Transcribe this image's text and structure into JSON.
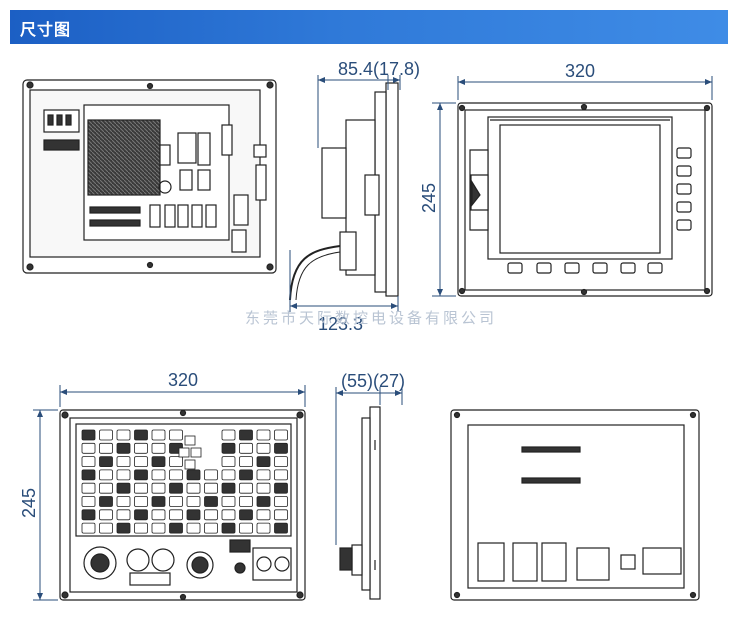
{
  "header": {
    "title": "尺寸图"
  },
  "dimensions": {
    "top_side_depth": "85.4(17.8)",
    "top_side_bottom": "123.3",
    "top_front_width": "320",
    "top_front_height": "245",
    "bottom_front_width": "320",
    "bottom_front_height": "245",
    "bottom_side_depth": "(55)(27)"
  },
  "watermark": "东莞市天际数控电设备有限公司",
  "colors": {
    "header": "#2f79d8",
    "dimension_line": "#2a4d7a",
    "outline": "#222222"
  }
}
